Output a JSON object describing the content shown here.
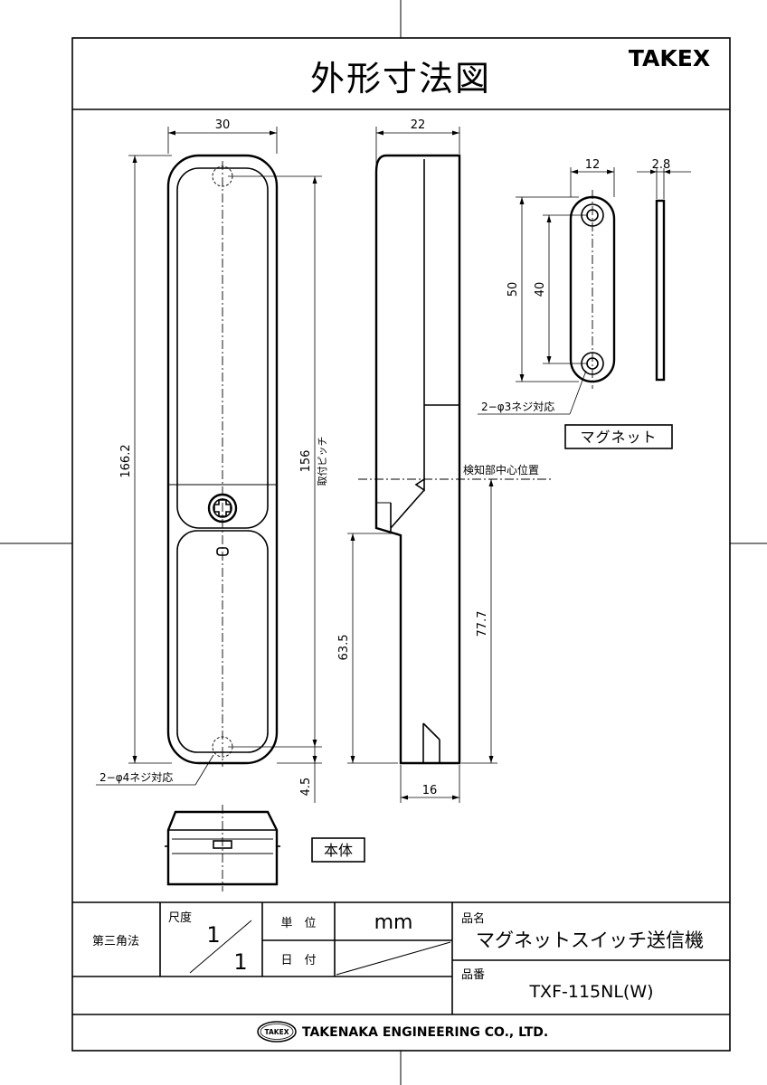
{
  "title": "外形寸法図",
  "brand": "TAKEX",
  "dimensions": {
    "body_width": "30",
    "body_depth": "22",
    "magnet_width": "12",
    "magnet_thickness": "2.8",
    "magnet_length": "50",
    "magnet_hole_pitch": "40",
    "body_length": "166.2",
    "mount_pitch": "156",
    "mount_pitch_label": "取付ピッチ",
    "bottom_offset": "4.5",
    "lower_length": "63.5",
    "sensor_height": "77.7",
    "bottom_depth": "16"
  },
  "annotations": {
    "magnet_screw": "2−φ3ネジ対応",
    "body_screw": "2−φ4ネジ対応",
    "sensor_center": "検知部中心位置"
  },
  "labels": {
    "magnet": "マグネット",
    "body": "本体"
  },
  "title_block": {
    "projection": "第三角法",
    "scale_label": "尺度",
    "scale_num": "1",
    "scale_den": "1",
    "unit_label": "単　位",
    "unit_value": "mm",
    "date_label": "日　付",
    "name_label": "品名",
    "name_value": "マグネットスイッチ送信機",
    "part_label": "品番",
    "part_value": "TXF-115NL(W)",
    "company_logo": "TAKEX",
    "company": "TAKENAKA ENGINEERING CO., LTD."
  }
}
